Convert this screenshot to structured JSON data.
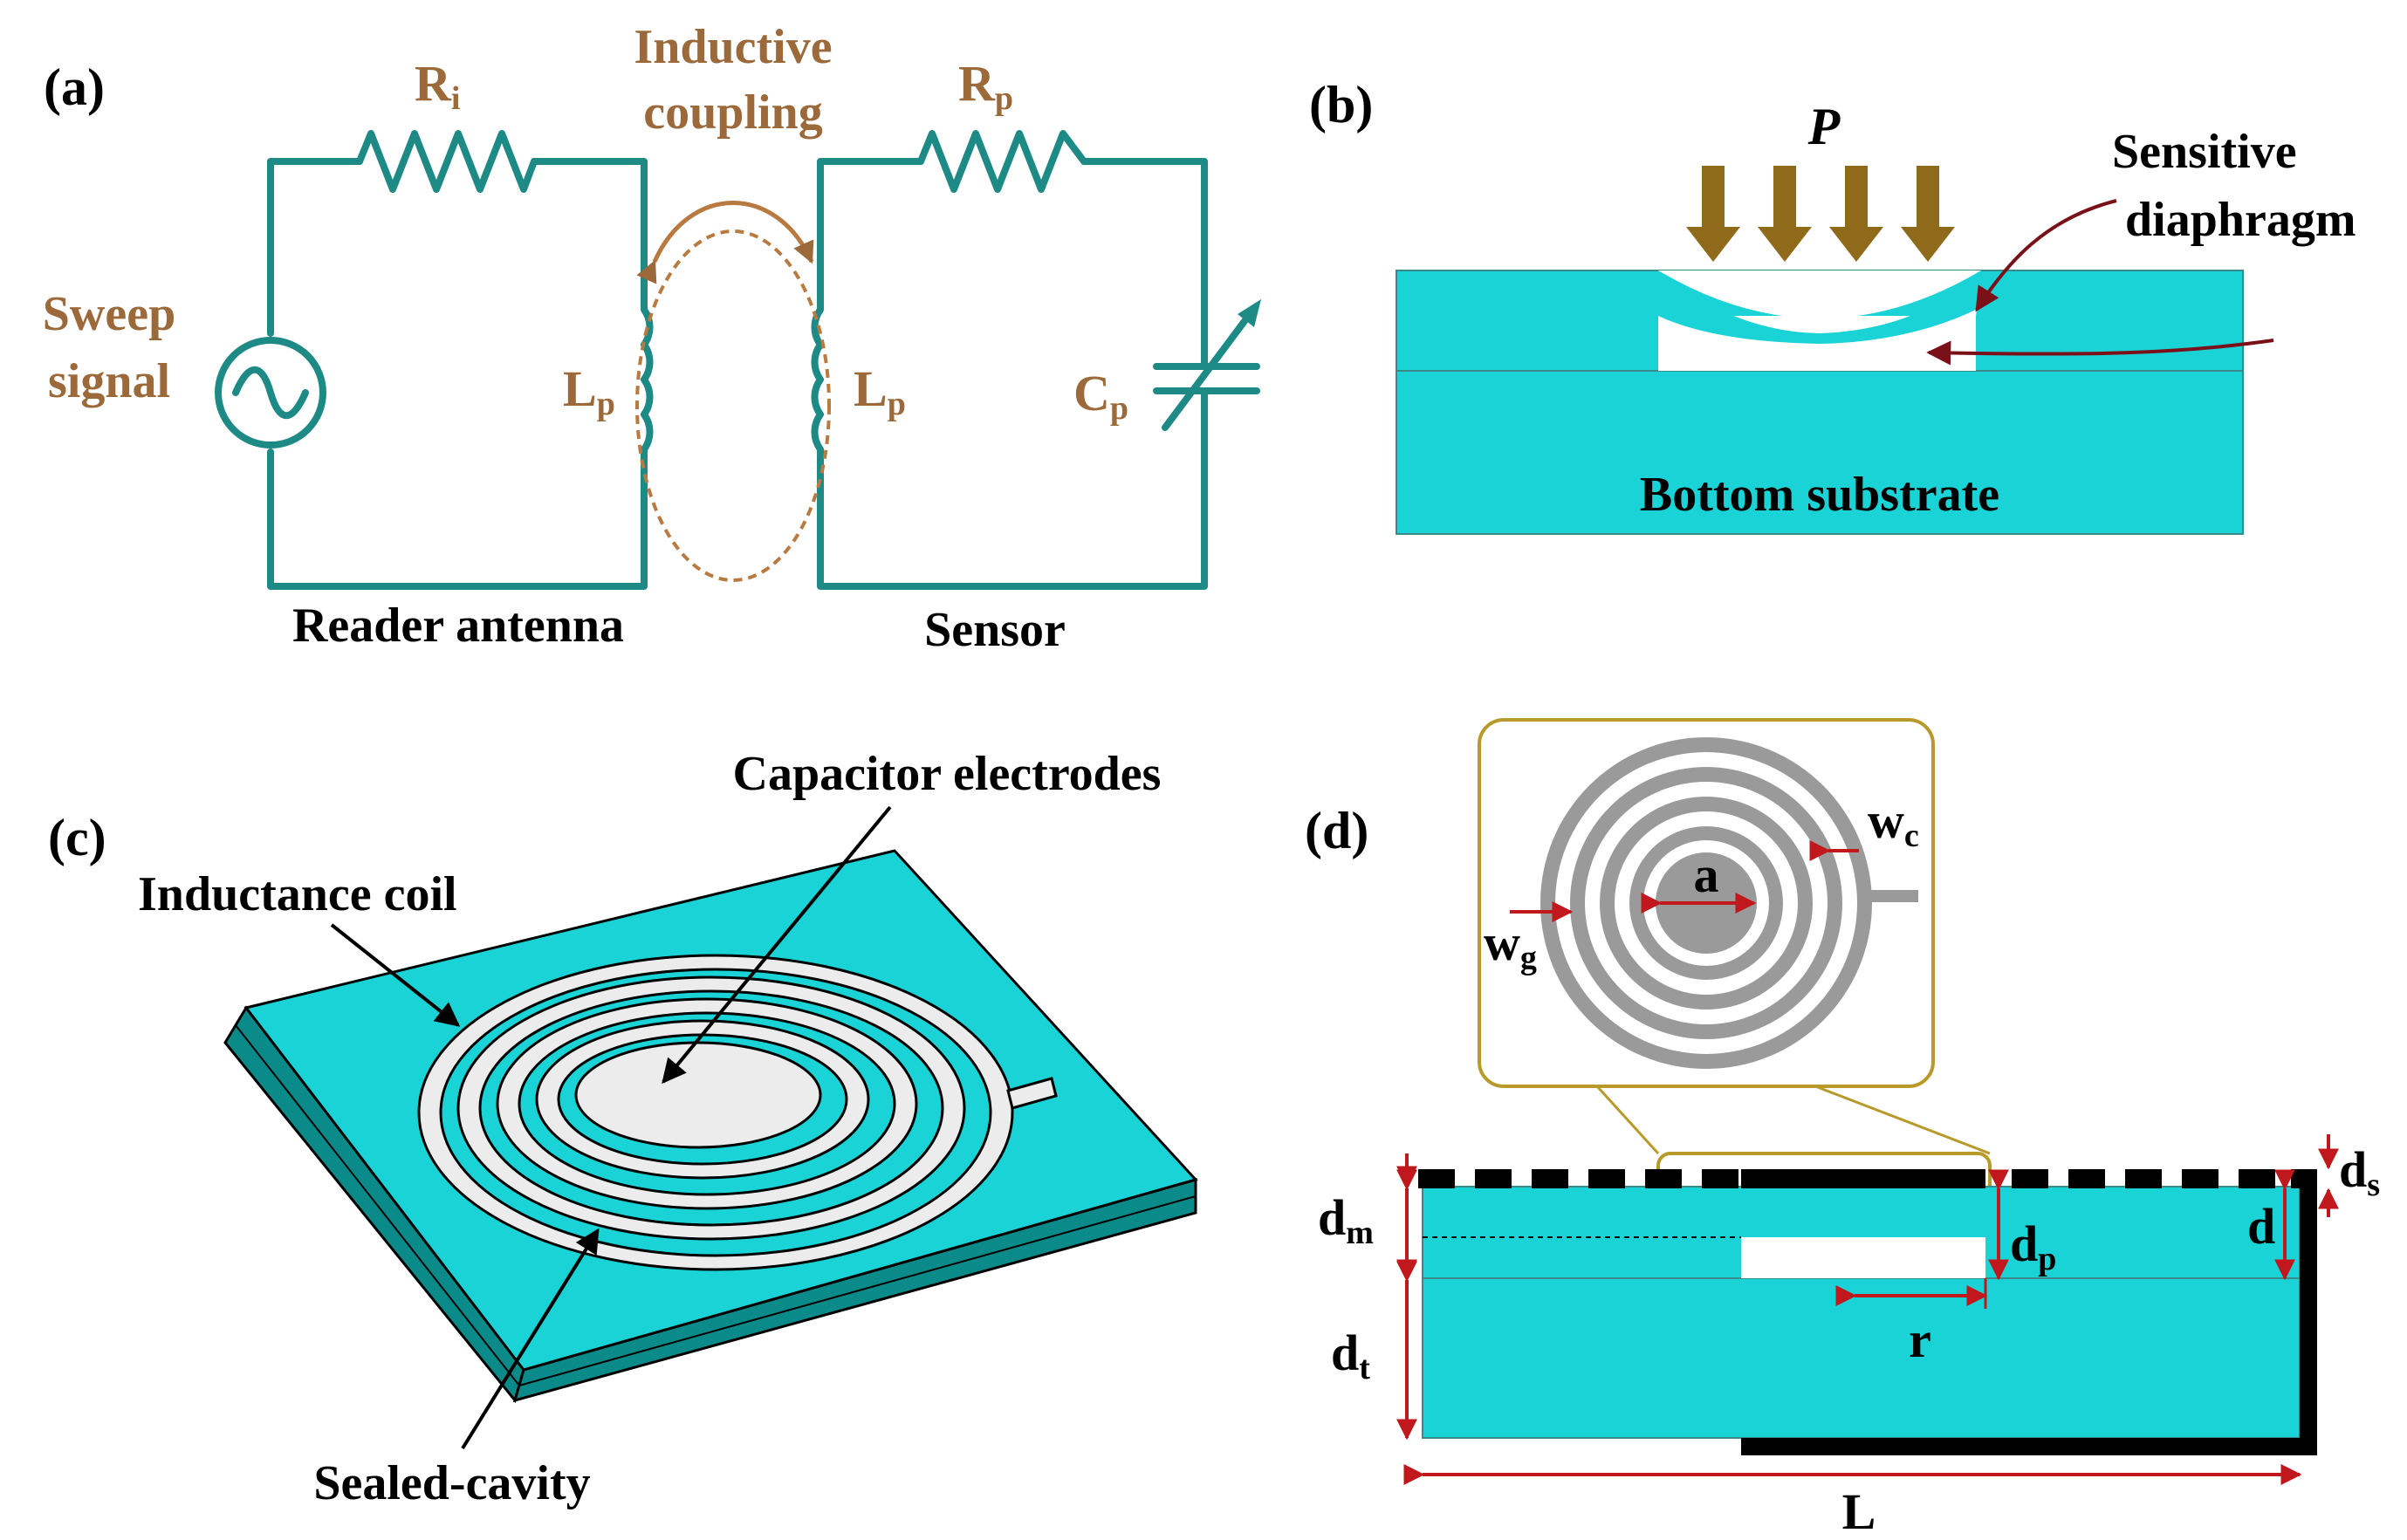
{
  "panels": {
    "a": {
      "label": "(a)",
      "resistor_reader": "R",
      "resistor_reader_sub": "i",
      "resistor_sensor": "R",
      "resistor_sensor_sub": "p",
      "coupling_line1": "Inductive",
      "coupling_line2": "coupling",
      "source_line1": "Sweep",
      "source_line2": "signal",
      "inductor_left": "L",
      "inductor_left_sub": "p",
      "inductor_right": "L",
      "inductor_right_sub": "p",
      "capacitor": "C",
      "capacitor_sub": "p",
      "caption_left": "Reader antenna",
      "caption_right": "Sensor"
    },
    "b": {
      "label": "(b)",
      "pressure": "P",
      "diaphragm_line1": "Sensitive",
      "diaphragm_line2": "diaphragm",
      "substrate": "Bottom substrate"
    },
    "c": {
      "label": "(c)",
      "electrodes": "Capacitor electrodes",
      "coil": "Inductance coil",
      "cavity": "Sealed-cavity"
    },
    "d": {
      "label": "(d)",
      "a": "a",
      "wc": "w",
      "wc_sub": "c",
      "wg": "w",
      "wg_sub": "g",
      "dm": "d",
      "dm_sub": "m",
      "dp": "d",
      "dp_sub": "p",
      "d": "d",
      "ds": "d",
      "ds_sub": "s",
      "dt": "d",
      "dt_sub": "t",
      "r": "r",
      "L": "L"
    }
  },
  "colors": {
    "substrate": "#19d3d6",
    "circuit": "#1e8a86",
    "annotation": "#9c6a3a",
    "dimension": "#c0181c",
    "coil": "#9a9a9a",
    "inset_border": "#b89a2a"
  }
}
